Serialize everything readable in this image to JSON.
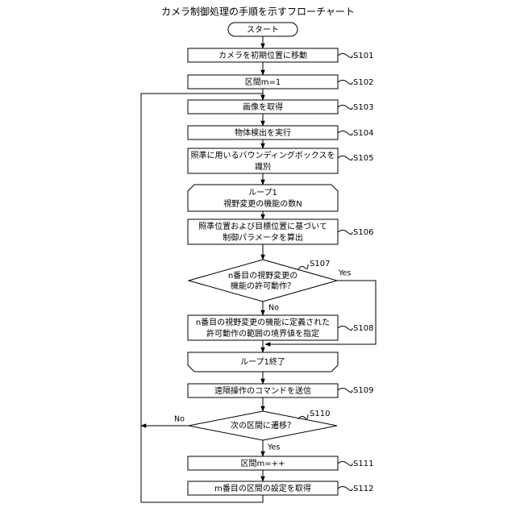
{
  "title": "カメラ制御処理の手順を示すフローチャート",
  "nodes": {
    "start": "スタート",
    "s101": "カメラを初期位置に移動",
    "s102": "区間m=1",
    "s103": "画像を取得",
    "s104": "物体検出を実行",
    "s105": [
      "照準に用いるバウンディングボックスを",
      "識別"
    ],
    "loop_start": [
      "ループ1",
      "視野変更の機能の数N"
    ],
    "s106": [
      "照準位置および目標位置に基づいて",
      "制御パラメータを算出"
    ],
    "s107": [
      "n番目の視野変更の",
      "機能の許可動作？"
    ],
    "s108": [
      "n番目の視野変更の機能に定義された",
      "許可動作の範囲の境界値を指定"
    ],
    "loop_end": "ループ1終了",
    "s109": "遠隔操作のコマンドを送信",
    "s110": "次の区間に遷移？",
    "s111": "区間m=++",
    "s112": "m番目の区間の設定を取得"
  },
  "step_labels": {
    "s101": "S101",
    "s102": "S102",
    "s103": "S103",
    "s104": "S104",
    "s105": "S105",
    "s106": "S106",
    "s107": "S107",
    "s108": "S108",
    "s109": "S109",
    "s110": "S110",
    "s111": "S111",
    "s112": "S112"
  },
  "branches": {
    "s107_yes": "Yes",
    "s107_no": "No",
    "s110_no": "No",
    "s110_yes": "Yes"
  }
}
